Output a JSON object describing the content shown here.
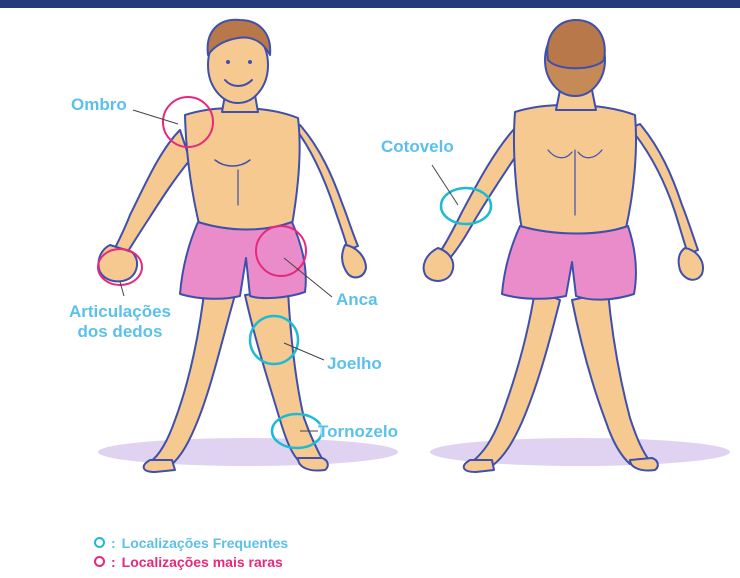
{
  "labels": {
    "ombro": "Ombro",
    "cotovelo": "Cotovelo",
    "articulacoes_line1": "Articulações",
    "articulacoes_line2": "dos dedos",
    "anca": "Anca",
    "joelho": "Joelho",
    "tornozelo": "Tornozelo"
  },
  "legend": {
    "colon": ":",
    "frequent": "Localizações Frequentes",
    "rare": "Localizações mais raras"
  },
  "colors": {
    "frequent": "#5bc1ea",
    "rare": "#e8287c",
    "skin": "#f5c98f",
    "shorts": "#e98cc9",
    "outline": "#3f4fae",
    "hair": "#b8784a",
    "top_bar": "#243a7a"
  }
}
